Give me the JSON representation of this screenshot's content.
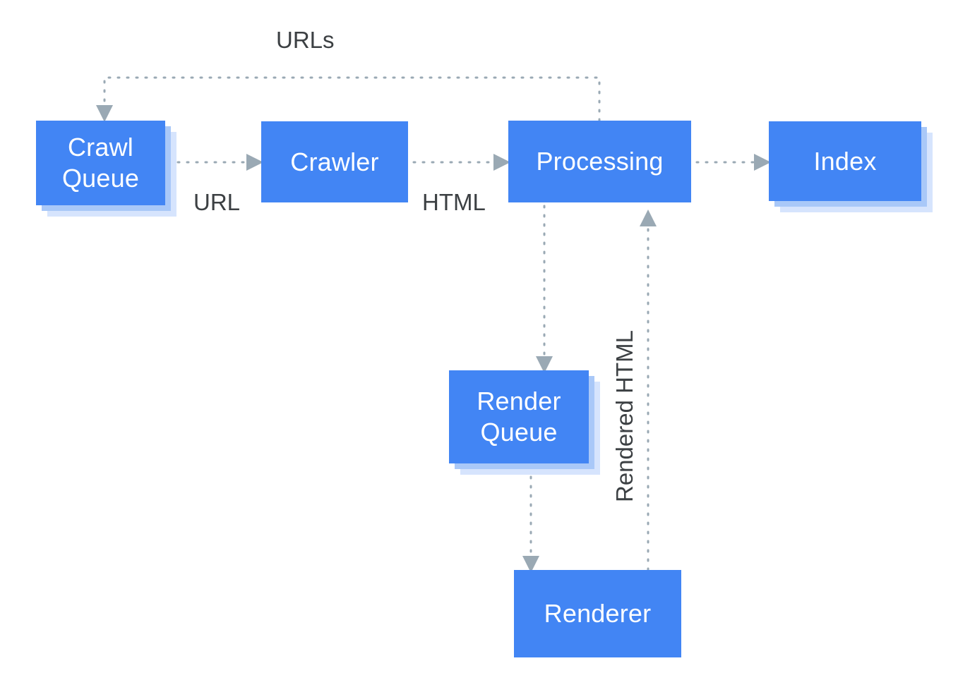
{
  "diagram": {
    "title": "Google crawling rendering and indexing pipeline",
    "colors": {
      "node_fill": "#4285f4",
      "node_shadow_mid": "#a9c8f8",
      "node_shadow_light": "#d6e4fd",
      "wire": "#9aa9b4",
      "label_text": "#3c4043",
      "node_text": "#ffffff",
      "background": "#ffffff"
    },
    "nodes": [
      {
        "id": "crawl-queue",
        "label": "Crawl\nQueue",
        "shadow": true
      },
      {
        "id": "crawler",
        "label": "Crawler",
        "shadow": false
      },
      {
        "id": "processing",
        "label": "Processing",
        "shadow": false
      },
      {
        "id": "index",
        "label": "Index",
        "shadow": true
      },
      {
        "id": "render-queue",
        "label": "Render\nQueue",
        "shadow": true
      },
      {
        "id": "renderer",
        "label": "Renderer",
        "shadow": false
      }
    ],
    "edge_labels": [
      {
        "id": "urls",
        "text": "URLs",
        "orientation": "horizontal"
      },
      {
        "id": "url",
        "text": "URL",
        "orientation": "horizontal"
      },
      {
        "id": "html",
        "text": "HTML",
        "orientation": "horizontal"
      },
      {
        "id": "rendered-html",
        "text": "Rendered HTML",
        "orientation": "vertical"
      }
    ],
    "edges": [
      {
        "id": "crawl-queue-to-crawler",
        "from": "crawl-queue",
        "to": "crawler",
        "label": "URL"
      },
      {
        "id": "crawler-to-processing",
        "from": "crawler",
        "to": "processing",
        "label": "HTML"
      },
      {
        "id": "processing-to-index",
        "from": "processing",
        "to": "index",
        "label": ""
      },
      {
        "id": "processing-to-crawl-queue",
        "from": "processing",
        "to": "crawl-queue",
        "label": "URLs"
      },
      {
        "id": "processing-to-render-queue",
        "from": "processing",
        "to": "render-queue",
        "label": ""
      },
      {
        "id": "render-queue-to-renderer",
        "from": "render-queue",
        "to": "renderer",
        "label": ""
      },
      {
        "id": "renderer-to-processing",
        "from": "renderer",
        "to": "processing",
        "label": "Rendered HTML"
      }
    ]
  }
}
